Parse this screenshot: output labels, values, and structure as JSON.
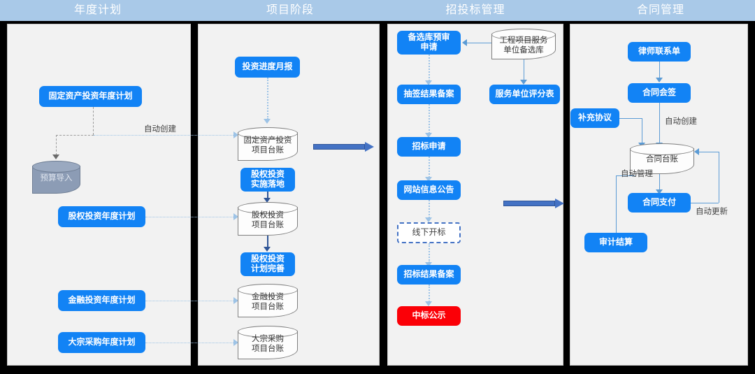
{
  "columns": [
    {
      "id": "annual-plan",
      "title": "年度计划"
    },
    {
      "id": "project-stage",
      "title": "项目阶段"
    },
    {
      "id": "bidding",
      "title": "招投标管理"
    },
    {
      "id": "contract",
      "title": "合同管理"
    }
  ],
  "colors": {
    "header_band": "#a9c9e8",
    "panel_bg": "#f2f2f2",
    "node_blue": "#1283f5",
    "node_red": "#fb0007",
    "cylinder_gray": "#8c9cb5",
    "connector_blue": "#5b9bd5",
    "stage_arrow": "#4472c4"
  },
  "col1": {
    "nodes": [
      {
        "name": "fixed-asset-annual-plan",
        "label": "固定资产投资年度计划",
        "type": "process"
      },
      {
        "name": "budget-import",
        "label": "预算导入",
        "type": "datastore-gray"
      },
      {
        "name": "equity-annual-plan",
        "label": "股权投资年度计划",
        "type": "process"
      },
      {
        "name": "finance-annual-plan",
        "label": "金融投资年度计划",
        "type": "process"
      },
      {
        "name": "bulk-purchase-annual-plan",
        "label": "大宗采购年度计划",
        "type": "process"
      }
    ],
    "edge_labels": [
      "自动创建"
    ]
  },
  "col2": {
    "nodes": [
      {
        "name": "investment-progress-report",
        "label": "投资进度月报",
        "type": "process"
      },
      {
        "name": "fixed-asset-ledger",
        "label": "固定资产投资\n项目台账",
        "line1": "固定资产投资",
        "line2": "项目台账",
        "type": "datastore"
      },
      {
        "name": "equity-implementation",
        "label": "股权投资\n实施落地",
        "line1": "股权投资",
        "line2": "实施落地",
        "type": "process"
      },
      {
        "name": "equity-ledger",
        "label": "股权投资\n项目台账",
        "line1": "股权投资",
        "line2": "项目台账",
        "type": "datastore"
      },
      {
        "name": "equity-plan-improve",
        "label": "股权投资\n计划完善",
        "line1": "股权投资",
        "line2": "计划完善",
        "type": "process"
      },
      {
        "name": "finance-ledger",
        "label": "金融投资\n项目台账",
        "line1": "金融投资",
        "line2": "项目台账",
        "type": "datastore"
      },
      {
        "name": "bulk-purchase-ledger",
        "label": "大宗采购\n项目台账",
        "line1": "大宗采购",
        "line2": "项目台账",
        "type": "datastore"
      }
    ]
  },
  "col3": {
    "nodes": [
      {
        "name": "candidate-prequalification-apply",
        "label": "备选库预审\n申请",
        "line1": "备选库预审",
        "line2": "申请",
        "type": "process"
      },
      {
        "name": "service-unit-candidate-pool",
        "label": "工程项目服务\n单位备选库",
        "line1": "工程项目服务",
        "line2": "单位备选库",
        "type": "datastore"
      },
      {
        "name": "lottery-result-filing",
        "label": "抽签结果备案",
        "type": "process"
      },
      {
        "name": "service-unit-scoresheet",
        "label": "服务单位评分表",
        "type": "process"
      },
      {
        "name": "bidding-application",
        "label": "招标申请",
        "type": "process"
      },
      {
        "name": "website-announcement",
        "label": "网站信息公告",
        "type": "process"
      },
      {
        "name": "offline-bid-opening",
        "label": "线下开标",
        "type": "dashed"
      },
      {
        "name": "bidding-result-filing",
        "label": "招标结果备案",
        "type": "process"
      },
      {
        "name": "winning-bid-publicity",
        "label": "中标公示",
        "type": "alert"
      }
    ]
  },
  "col4": {
    "nodes": [
      {
        "name": "lawyer-contact-sheet",
        "label": "律师联系单",
        "type": "process"
      },
      {
        "name": "contract-countersign",
        "label": "合同会签",
        "type": "process"
      },
      {
        "name": "supplementary-agreement",
        "label": "补充协议",
        "type": "process"
      },
      {
        "name": "contract-ledger",
        "label": "合同台账",
        "type": "datastore"
      },
      {
        "name": "contract-payment",
        "label": "合同支付",
        "type": "process"
      },
      {
        "name": "audit-settlement",
        "label": "审计结算",
        "type": "process"
      }
    ],
    "edge_labels": {
      "auto_create": "自动创建",
      "auto_manage": "自动管理",
      "auto_update": "自动更新"
    }
  }
}
